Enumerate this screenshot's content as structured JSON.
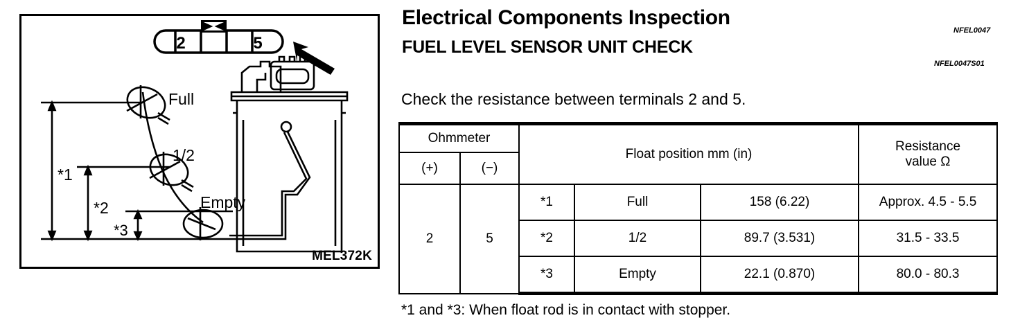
{
  "figure": {
    "id_label": "MEL372K",
    "connector": {
      "terminal_left": "2",
      "terminal_right": "5"
    },
    "float_labels": {
      "full": "Full",
      "half": "1/2",
      "empty": "Empty"
    },
    "dimension_marks": {
      "mark1": "*1",
      "mark2": "*2",
      "mark3": "*3"
    }
  },
  "header": {
    "title": "Electrical Components Inspection",
    "subtitle": "FUEL LEVEL SENSOR UNIT CHECK",
    "ref_code_1": "NFEL0047",
    "ref_code_2": "NFEL0047S01"
  },
  "instruction": "Check the resistance between terminals 2 and 5.",
  "table": {
    "headers": {
      "ohmmeter": "Ohmmeter",
      "positive": "(+)",
      "negative": "(−)",
      "float_position": "Float position    mm (in)",
      "resistance_line1": "Resistance",
      "resistance_line2": "value    Ω"
    },
    "ohmmeter_positive_value": "2",
    "ohmmeter_negative_value": "5",
    "rows": [
      {
        "mark": "*1",
        "position": "Full",
        "dimension": "158 (6.22)",
        "resistance": "Approx. 4.5 - 5.5"
      },
      {
        "mark": "*2",
        "position": "1/2",
        "dimension": "89.7 (3.531)",
        "resistance": "31.5 - 33.5"
      },
      {
        "mark": "*3",
        "position": "Empty",
        "dimension": "22.1 (0.870)",
        "resistance": "80.0 - 80.3"
      }
    ]
  },
  "footnote": "*1 and *3: When float rod is in contact with stopper."
}
